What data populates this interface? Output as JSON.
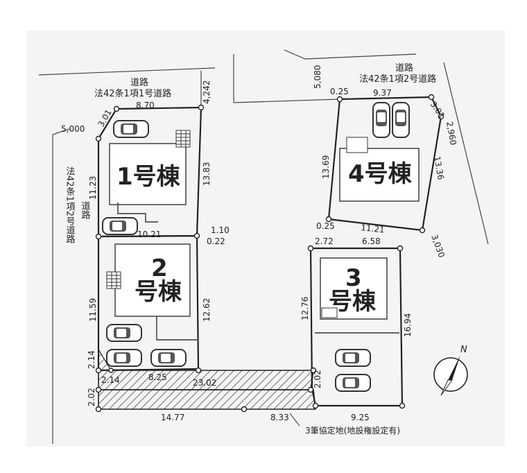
{
  "roads": {
    "top_left": {
      "line1": "道路",
      "line2": "法42条1項1号道路"
    },
    "top_right": {
      "line1": "道路",
      "line2": "法42条1項2号道路"
    },
    "left_vertical": "法42条1項2号道路"
  },
  "lots": {
    "lot1": "1号棟",
    "lot2_num": "2",
    "lot2_name": "号棟",
    "lot3_num": "3",
    "lot3_name": "号棟",
    "lot4": "4号棟"
  },
  "dims": {
    "top_left_width": "8.70",
    "road_width_a": "4,242",
    "corner_cut_a": "3.01",
    "road_width_b": "5,000",
    "lot1_left": "11.23",
    "lot1_right": "13.83",
    "lot1_bottom": "10.21",
    "mid_a": "1.10",
    "mid_b": "0.22",
    "lot2_left": "11.59",
    "lot2_right": "12.62",
    "corner_small_v": "2.14",
    "corner_small_h": "2.14",
    "drive_8_25": "8.25",
    "drive_23_02": "23.02",
    "strip_left": "2.02",
    "strip_right": "2.02",
    "bottom_14_77": "14.77",
    "bottom_8_33": "8.33",
    "bottom_9_25": "9.25",
    "road_width_c": "5,080",
    "lot4_off": "0.25",
    "lot4_top": "9.37",
    "corner_cut_b": "3.01",
    "road_width_d": "2,960",
    "lot4_left": "13.69",
    "lot4_right": "13.36",
    "lot4_off_bottom": "0.25",
    "lot4_bottom": "11.21",
    "road_width_e": "3,030",
    "lot3_top_a": "2.72",
    "lot3_top_b": "6.58",
    "lot3_left": "12.76",
    "lot3_right": "16.94"
  },
  "footnote": "3筆協定地(地設権設定有)",
  "compass": "N"
}
